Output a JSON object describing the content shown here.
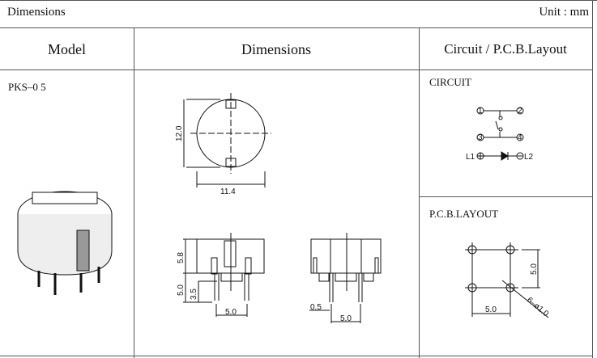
{
  "title": "Dimensions",
  "unit": "Unit : mm",
  "headers": {
    "model": "Model",
    "dimensions": "Dimensions",
    "circuit": "Circuit / P.C.B.Layout"
  },
  "model": "PKS–0 5",
  "circuit": {
    "label": "CIRCUIT",
    "pins": [
      "1",
      "2",
      "3",
      "4"
    ],
    "led_left": "L1",
    "led_right": "L2"
  },
  "pcb": {
    "label": "P.C.B.LAYOUT",
    "dim_h": "5.0",
    "dim_v": "5.0",
    "hole": "6–ø1.0"
  },
  "dims": {
    "height": "12.0",
    "width": "11.4",
    "side_top": "5.8",
    "side_bottom": "5.0",
    "pin_len": "3.5",
    "pitch1": "5.0",
    "pin_w": "0.5",
    "pitch2": "5.0"
  }
}
